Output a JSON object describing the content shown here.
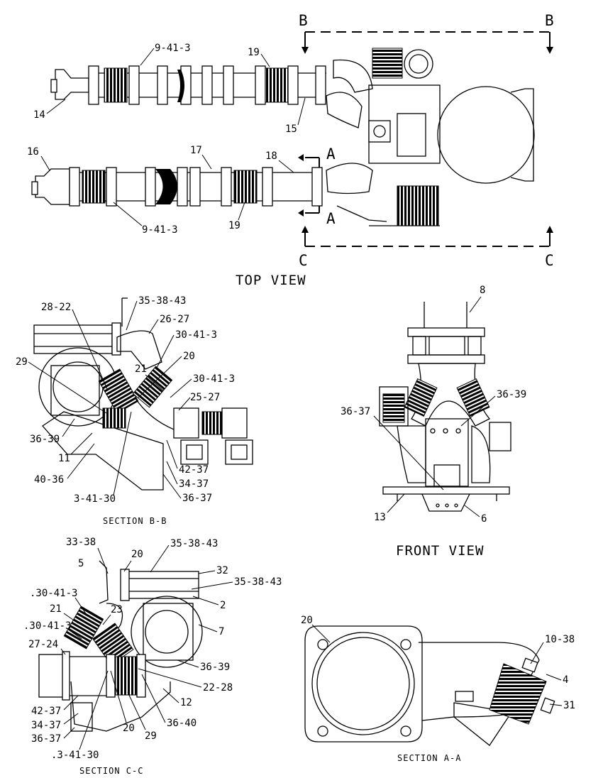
{
  "views": {
    "top": "TOP VIEW",
    "front": "FRONT VIEW",
    "section_bb": "SECTION B-B",
    "section_cc": "SECTION C-C",
    "section_aa": "SECTION A-A"
  },
  "section_markers": {
    "b_left": "B",
    "b_right": "B",
    "c_left": "C",
    "c_right": "C",
    "a_top": "A",
    "a_bottom": "A"
  },
  "callouts": {
    "top": {
      "c9_41_3_top": "9-41-3",
      "c19_top": "19",
      "c14": "14",
      "c15": "15",
      "c16": "16",
      "c17": "17",
      "c18": "18",
      "c9_41_3_bottom": "9-41-3",
      "c19_bottom": "19"
    },
    "bb": {
      "c35_38_43": "35-38-43",
      "c28_22": "28-22",
      "c26_27": "26-27",
      "c30_41_3_a": "30-41-3",
      "c29": "29",
      "c20": "20",
      "c21": "21",
      "c30_41_3_b": "30-41-3",
      "c25_27": "25-27",
      "c36_39": "36-39",
      "c11": "11",
      "c40_36": "40-36",
      "c42_37": "42-37",
      "c34_37": "34-37",
      "c3_41_30": "3-41-30",
      "c36_37": "36-37"
    },
    "front": {
      "c8": "8",
      "c36_39": "36-39",
      "c36_37": "36-37",
      "c13": "13",
      "c6": "6"
    },
    "cc": {
      "c33_38": "33-38",
      "c20_top": "20",
      "c35_38_43_a": "35-38-43",
      "c5": "5",
      "c32": "32",
      "c35_38_43_b": "35-38-43",
      "c30_41_3_a": ".30-41-3",
      "c2": "2",
      "c21": "21",
      "c23": "23",
      "c30_41_3_b": ".30-41-3",
      "c7": "7",
      "c27_24": "27-24",
      "c36_39": "36-39",
      "c22_28": "22-28",
      "c12": "12",
      "c42_37": "42-37",
      "c34_37": "34-37",
      "c36_40": "36-40",
      "c36_37": "36-37",
      "c20_bottom": "20",
      "c29": "29",
      "c3_41_30": ".3-41-30"
    },
    "aa": {
      "c20": "20",
      "c10_38": "10-38",
      "c4": "4",
      "c31": "31"
    }
  }
}
